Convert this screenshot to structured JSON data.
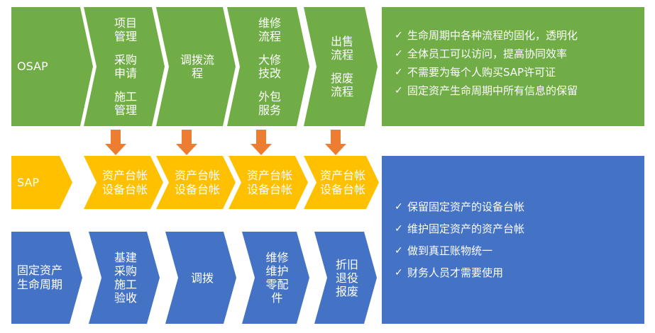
{
  "colors": {
    "green": "#70AD47",
    "yellow": "#FFC000",
    "blue": "#4472C4",
    "arrow": "#ED7D31"
  },
  "rows": {
    "osap": {
      "label": "OSAP",
      "steps": [
        {
          "items": [
            "项目\n管理",
            "采购\n申请",
            "施工\n管理"
          ]
        },
        {
          "items": [
            "调拨流\n程"
          ]
        },
        {
          "items": [
            "维修\n流程",
            "大修\n技改",
            "外包\n服务"
          ]
        },
        {
          "items": [
            "出售\n流程",
            "报废\n流程"
          ]
        }
      ]
    },
    "sap": {
      "label": "SAP",
      "step_lines": [
        "资产台帐",
        "设备台帐"
      ]
    },
    "fixed": {
      "label": "固定资产\n生命周期",
      "steps": [
        {
          "text": "基建\n采购\n施工\n验收"
        },
        {
          "text": "调拨"
        },
        {
          "text": "维修\n维护\n零配\n件"
        },
        {
          "text": "折旧\n退役\n报废"
        }
      ]
    }
  },
  "green_panel": {
    "check_icon": "checkmark-icon",
    "bullets": [
      "生命周期中各种流程的固化，透明化",
      "全体员工可以访问，提高协同效率",
      "不需要为每个人购买SAP许可证",
      "固定资产生命周期中所有信息的保留"
    ]
  },
  "blue_panel": {
    "check_icon": "checkmark-icon",
    "bullets": [
      "保留固定资产的设备台帐",
      "维护固定资产的资产台帐",
      "做到真正账物统一",
      "财务人员才需要使用"
    ]
  }
}
